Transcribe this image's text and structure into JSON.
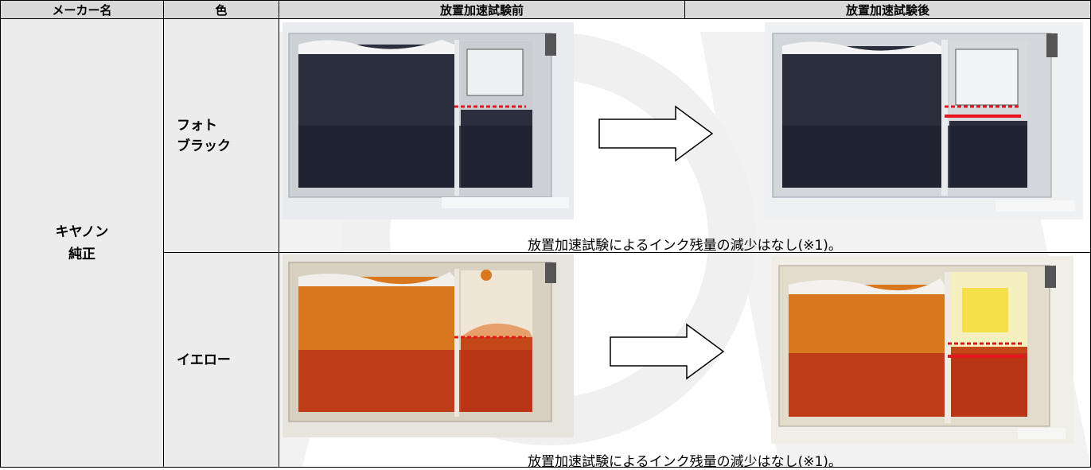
{
  "table": {
    "headers": {
      "maker": "メーカー名",
      "color": "色",
      "before": "放置加速試験前",
      "after": "放置加速試験後"
    },
    "maker": {
      "line1": "キヤノン",
      "line2": "純正"
    },
    "rows": [
      {
        "color_line1": "フォト",
        "color_line2": "ブラック",
        "caption": "放置加速試験によるインク残量の減少はなし(※1)。",
        "ink_color": "#2b2e3d"
      },
      {
        "color_line1": "イエロー",
        "color_line2": "",
        "caption": "放置加速試験によるインク残量の減少はなし(※1)。",
        "ink_color": "#c4471a"
      }
    ]
  },
  "colors": {
    "header_bg": "#d9d9d9",
    "label_bg": "#ececec",
    "marker_red": "#e8141e"
  }
}
